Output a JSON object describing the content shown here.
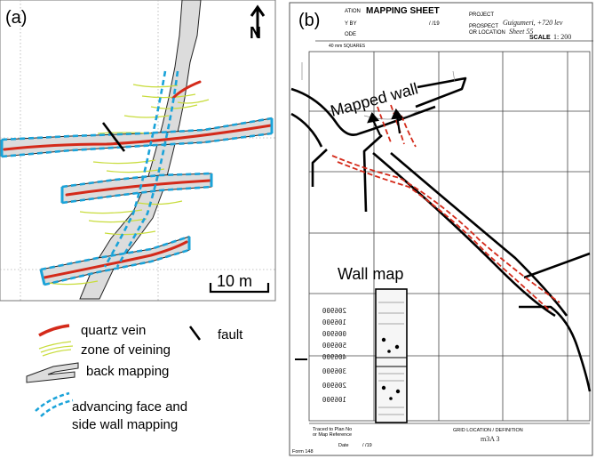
{
  "panel_a": {
    "label": "(a)",
    "north_symbol": "N",
    "scale_label": "10 m"
  },
  "legend": {
    "quartz_vein": "quartz vein",
    "zone_of_veining": "zone of veining",
    "fault": "fault",
    "back_mapping": "back mapping",
    "advancing_face_line1": "advancing face and",
    "advancing_face_line2": "side wall mapping"
  },
  "panel_b": {
    "label": "(b)",
    "sheet_title": "MAPPING SHEET",
    "header_station": "ATION",
    "header_by": "Y BY",
    "header_date_mark": "/ /19",
    "header_ode": "ODE",
    "header_project": "PROJECT",
    "header_prospect": "PROSPECT",
    "header_or_location": "OR LOCATION",
    "header_scale": "SCALE",
    "scale_value": "1: 200",
    "handwritten_project": "Guigumeri, +720 lev",
    "handwritten_location": "Sheet 55",
    "squares_label": "40 mm SQUARES",
    "mapped_wall": "Mapped wall",
    "wall_map": "Wall map",
    "footer_traced": "Traced to Plan No",
    "footer_map_ref": "or Map Reference",
    "footer_grid": "GRID LOCATION / DEFINITION",
    "footer_grid_value": "m3A 3",
    "footer_date": "Date",
    "footer_date_mark": "/ /19",
    "form_number": "Form 148",
    "wall_values": [
      "206900",
      "106900",
      "006900",
      "506900",
      "406900",
      "306900",
      "206900",
      "106900"
    ]
  },
  "colors": {
    "quartz_vein": "#d42a1a",
    "zone_of_veining": "#c8dc3c",
    "advancing_face": "#1aa3d9",
    "back_mapping_fill": "#dcdcdc",
    "grid_dotted": "#b0b0b0"
  }
}
